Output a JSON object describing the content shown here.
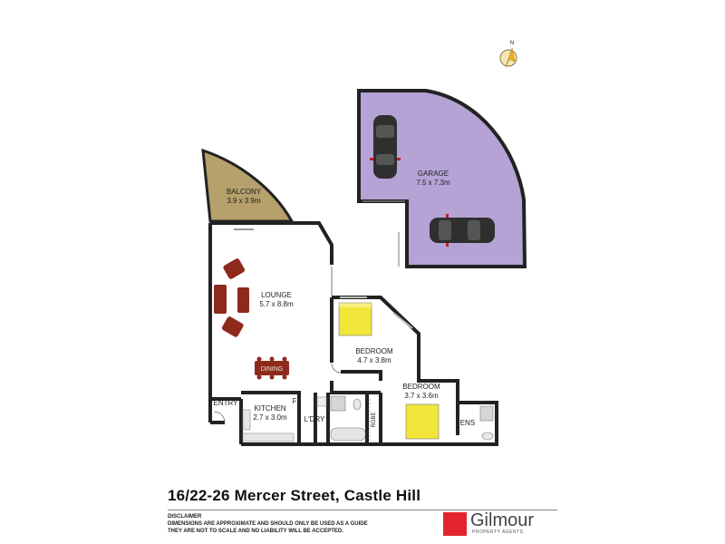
{
  "compass": {
    "north_label": "N"
  },
  "rooms": {
    "balcony": {
      "name": "BALCONY",
      "size": "3.9 x 3.9m"
    },
    "garage": {
      "name": "GARAGE",
      "size": "7.5 x 7.3m"
    },
    "lounge": {
      "name": "LOUNGE",
      "size": "5.7 x 8.8m"
    },
    "dining": {
      "name": "DINING"
    },
    "bedroom1": {
      "name": "BEDROOM",
      "size": "4.7 x 3.8m"
    },
    "bedroom2": {
      "name": "BEDROOM",
      "size": "3.7 x 3.6m"
    },
    "entry": {
      "name": "ENTRY"
    },
    "kitchen": {
      "name": "KITCHEN",
      "size": "2.7 x 3.0m"
    },
    "fridge": {
      "name": "F"
    },
    "laundry": {
      "name": "L'DRY"
    },
    "robe": {
      "name": "ROBE"
    },
    "ensuite": {
      "name": "ENS"
    }
  },
  "colors": {
    "balcony": "#b6a06c",
    "garage": "#b4a3d4",
    "bed": "#f2e63a",
    "furniture": "#8e2a1c"
  },
  "address": "16/22-26 Mercer Street, Castle Hill",
  "disclaimer": {
    "heading": "DISCLAIMER",
    "line1": "DIMENSIONS ARE APPROXIMATE AND SHOULD ONLY BE USED AS A GUIDE",
    "line2": "THEY ARE NOT TO SCALE AND NO LIABILITY WILL BE ACCEPTED."
  },
  "brand": {
    "name": "Gilmour",
    "tagline": "PROPERTY AGENTS",
    "color": "#e3262d"
  }
}
